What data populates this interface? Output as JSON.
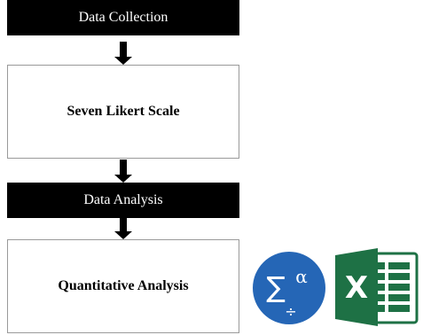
{
  "flowchart": {
    "steps": [
      {
        "label": "Data Collection"
      },
      {
        "label": "Seven Likert Scale"
      },
      {
        "label": "Data Analysis"
      },
      {
        "label": "Quantitative Analysis"
      }
    ]
  },
  "icons": {
    "statistics": {
      "name": "sigma-alpha-statistics-icon",
      "color": "#2566b6",
      "glyphs": [
        "∑",
        "α",
        "÷"
      ]
    },
    "spreadsheet": {
      "name": "excel-icon",
      "color": "#1e7145",
      "glyphs": [
        "X"
      ]
    }
  }
}
